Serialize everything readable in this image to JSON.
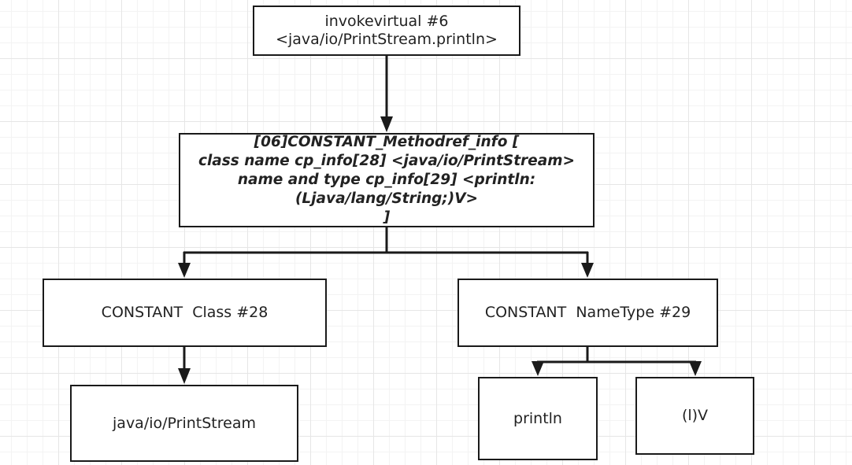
{
  "nodes": {
    "invoke": {
      "lines": [
        "invokevirtual #6",
        "<java/io/PrintStream.println>"
      ]
    },
    "methodref": {
      "lines": [
        "[06]CONSTANT_Methodref_info [",
        "class name cp_info[28] <java/io/PrintStream>",
        "name and type cp_info[29] <println:",
        "(Ljava/lang/String;)V>",
        "]"
      ]
    },
    "class": {
      "label": "CONSTANT  Class #28"
    },
    "nametype": {
      "label": "CONSTANT  NameType #29"
    },
    "printstream": {
      "label": "java/io/PrintStream"
    },
    "println": {
      "label": "println"
    },
    "sig": {
      "label": "(l)V"
    }
  },
  "colors": {
    "stroke": "#1a1a1a",
    "node_fill": "#ffffff",
    "grid_major": "#e6e6e6",
    "grid_minor": "#f3f3f3"
  }
}
